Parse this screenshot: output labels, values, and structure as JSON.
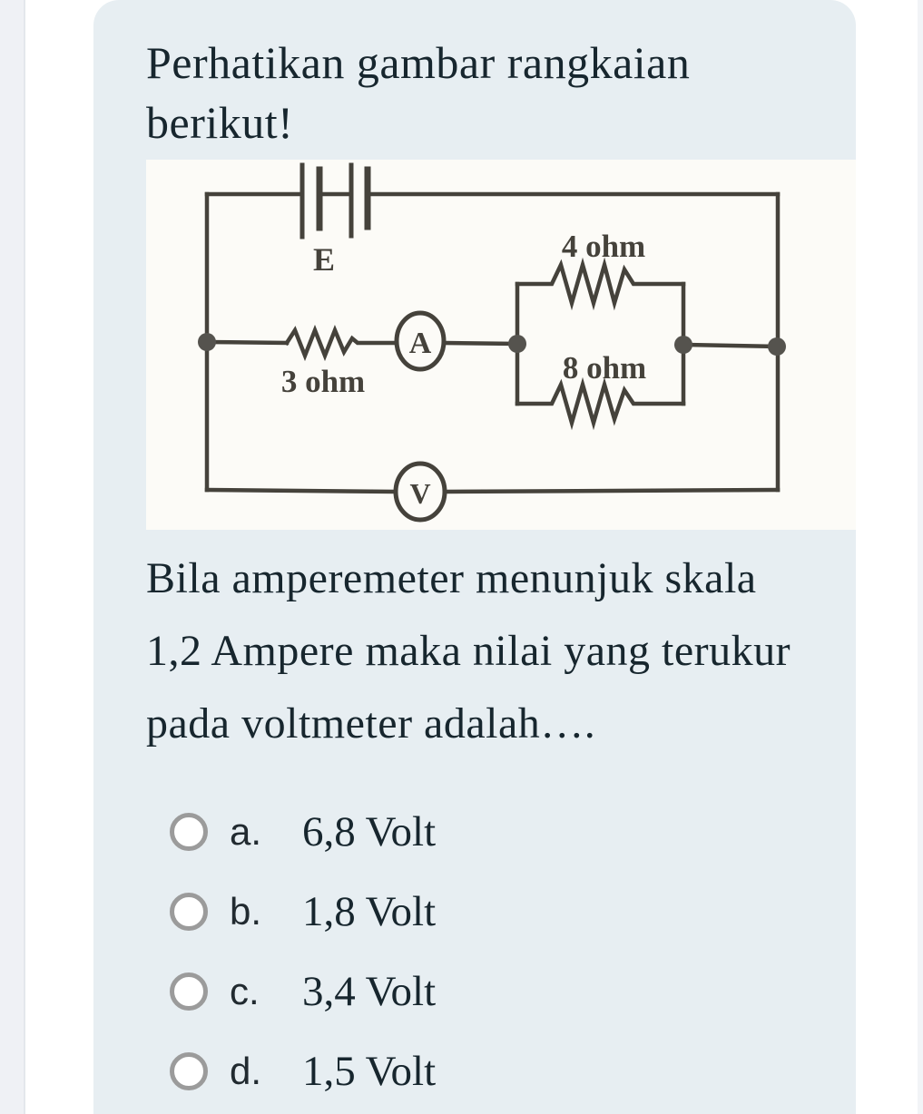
{
  "question": {
    "title_lines": [
      "Perhatikan gambar rangkaian",
      "berikut!"
    ],
    "body_lines": [
      "Bila amperemeter menunjuk skala",
      "1,2 Ampere maka nilai yang terukur",
      "pada voltmeter adalah…."
    ]
  },
  "circuit": {
    "battery_label": "E",
    "series_resistor_label": "3 ohm",
    "parallel_top_resistor_label": "4 ohm",
    "parallel_bottom_resistor_label": "8 ohm",
    "ammeter_label": "A",
    "voltmeter_label": "V"
  },
  "options": [
    {
      "letter": "a.",
      "value": "6,8 Volt"
    },
    {
      "letter": "b.",
      "value": "1,8 Volt"
    },
    {
      "letter": "c.",
      "value": "3,4 Volt"
    },
    {
      "letter": "d.",
      "value": "1,5 Volt"
    }
  ],
  "colors": {
    "card_background": "#e7eef2",
    "page_background": "#ffffff",
    "left_rail": "#eff1f5",
    "text": "#17262e",
    "radio_border": "#9b9b9b",
    "scan_paper": "#fcfbf7",
    "scan_ink": "#45423b"
  }
}
